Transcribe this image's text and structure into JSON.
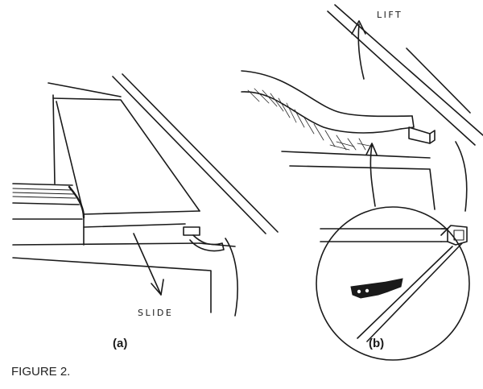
{
  "labels": {
    "slide": "SLIDE",
    "lift": "LIFT",
    "panel_a": "(a)",
    "panel_b": "(b)"
  },
  "caption": "FIGURE 2."
}
